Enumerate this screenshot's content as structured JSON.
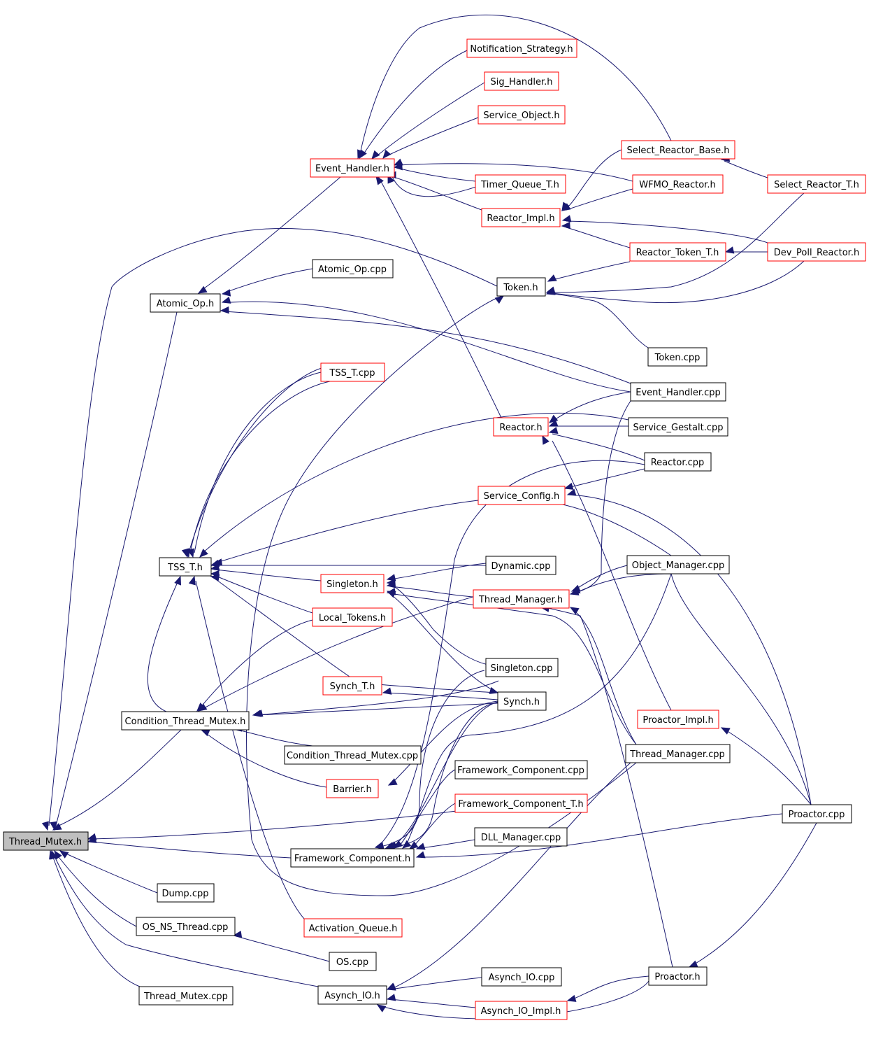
{
  "colors": {
    "edge": "#191970",
    "node_border_default": "#000000",
    "node_border_incomplete": "#ff0000",
    "root_fill": "#bfbfbf",
    "node_fill": "#ffffff"
  },
  "nodes": [
    {
      "id": "thread_mutex_h",
      "label": "Thread_Mutex.h",
      "style": "root"
    },
    {
      "id": "notification_strategy_h",
      "label": "Notification_Strategy.h",
      "style": "red"
    },
    {
      "id": "sig_handler_h",
      "label": "Sig_Handler.h",
      "style": "red"
    },
    {
      "id": "service_object_h",
      "label": "Service_Object.h",
      "style": "red"
    },
    {
      "id": "select_reactor_base_h",
      "label": "Select_Reactor_Base.h",
      "style": "red"
    },
    {
      "id": "event_handler_h",
      "label": "Event_Handler.h",
      "style": "red"
    },
    {
      "id": "timer_queue_t_h",
      "label": "Timer_Queue_T.h",
      "style": "red"
    },
    {
      "id": "wfmo_reactor_h",
      "label": "WFMO_Reactor.h",
      "style": "red"
    },
    {
      "id": "select_reactor_t_h",
      "label": "Select_Reactor_T.h",
      "style": "red"
    },
    {
      "id": "reactor_impl_h",
      "label": "Reactor_Impl.h",
      "style": "red"
    },
    {
      "id": "reactor_token_t_h",
      "label": "Reactor_Token_T.h",
      "style": "red"
    },
    {
      "id": "dev_poll_reactor_h",
      "label": "Dev_Poll_Reactor.h",
      "style": "red"
    },
    {
      "id": "atomic_op_cpp",
      "label": "Atomic_Op.cpp",
      "style": "black"
    },
    {
      "id": "token_h",
      "label": "Token.h",
      "style": "black"
    },
    {
      "id": "atomic_op_h",
      "label": "Atomic_Op.h",
      "style": "black"
    },
    {
      "id": "token_cpp",
      "label": "Token.cpp",
      "style": "black"
    },
    {
      "id": "tss_t_cpp",
      "label": "TSS_T.cpp",
      "style": "red"
    },
    {
      "id": "event_handler_cpp",
      "label": "Event_Handler.cpp",
      "style": "black"
    },
    {
      "id": "reactor_h",
      "label": "Reactor.h",
      "style": "red"
    },
    {
      "id": "service_gestalt_cpp",
      "label": "Service_Gestalt.cpp",
      "style": "black"
    },
    {
      "id": "reactor_cpp",
      "label": "Reactor.cpp",
      "style": "black"
    },
    {
      "id": "service_config_h",
      "label": "Service_Config.h",
      "style": "red"
    },
    {
      "id": "tss_t_h",
      "label": "TSS_T.h",
      "style": "black"
    },
    {
      "id": "dynamic_cpp",
      "label": "Dynamic.cpp",
      "style": "black"
    },
    {
      "id": "object_manager_cpp",
      "label": "Object_Manager.cpp",
      "style": "black"
    },
    {
      "id": "singleton_h",
      "label": "Singleton.h",
      "style": "red"
    },
    {
      "id": "thread_manager_h",
      "label": "Thread_Manager.h",
      "style": "red"
    },
    {
      "id": "local_tokens_h",
      "label": "Local_Tokens.h",
      "style": "red"
    },
    {
      "id": "singleton_cpp",
      "label": "Singleton.cpp",
      "style": "black"
    },
    {
      "id": "synch_t_h",
      "label": "Synch_T.h",
      "style": "red"
    },
    {
      "id": "synch_h",
      "label": "Synch.h",
      "style": "black"
    },
    {
      "id": "condition_thread_mutex_h",
      "label": "Condition_Thread_Mutex.h",
      "style": "black"
    },
    {
      "id": "proactor_impl_h",
      "label": "Proactor_Impl.h",
      "style": "red"
    },
    {
      "id": "condition_thread_mutex_cpp",
      "label": "Condition_Thread_Mutex.cpp",
      "style": "black"
    },
    {
      "id": "thread_manager_cpp",
      "label": "Thread_Manager.cpp",
      "style": "black"
    },
    {
      "id": "framework_component_cpp",
      "label": "Framework_Component.cpp",
      "style": "black"
    },
    {
      "id": "barrier_h",
      "label": "Barrier.h",
      "style": "red"
    },
    {
      "id": "framework_component_t_h",
      "label": "Framework_Component_T.h",
      "style": "red"
    },
    {
      "id": "proactor_cpp",
      "label": "Proactor.cpp",
      "style": "black"
    },
    {
      "id": "dll_manager_cpp",
      "label": "DLL_Manager.cpp",
      "style": "black"
    },
    {
      "id": "framework_component_h",
      "label": "Framework_Component.h",
      "style": "black"
    },
    {
      "id": "dump_cpp",
      "label": "Dump.cpp",
      "style": "black"
    },
    {
      "id": "os_ns_thread_cpp",
      "label": "OS_NS_Thread.cpp",
      "style": "black"
    },
    {
      "id": "activation_queue_h",
      "label": "Activation_Queue.h",
      "style": "red"
    },
    {
      "id": "os_cpp",
      "label": "OS.cpp",
      "style": "black"
    },
    {
      "id": "asynch_io_cpp",
      "label": "Asynch_IO.cpp",
      "style": "black"
    },
    {
      "id": "proactor_h",
      "label": "Proactor.h",
      "style": "black"
    },
    {
      "id": "thread_mutex_cpp",
      "label": "Thread_Mutex.cpp",
      "style": "black"
    },
    {
      "id": "asynch_io_h",
      "label": "Asynch_IO.h",
      "style": "black"
    },
    {
      "id": "asynch_io_impl_h",
      "label": "Asynch_IO_Impl.h",
      "style": "red"
    }
  ]
}
